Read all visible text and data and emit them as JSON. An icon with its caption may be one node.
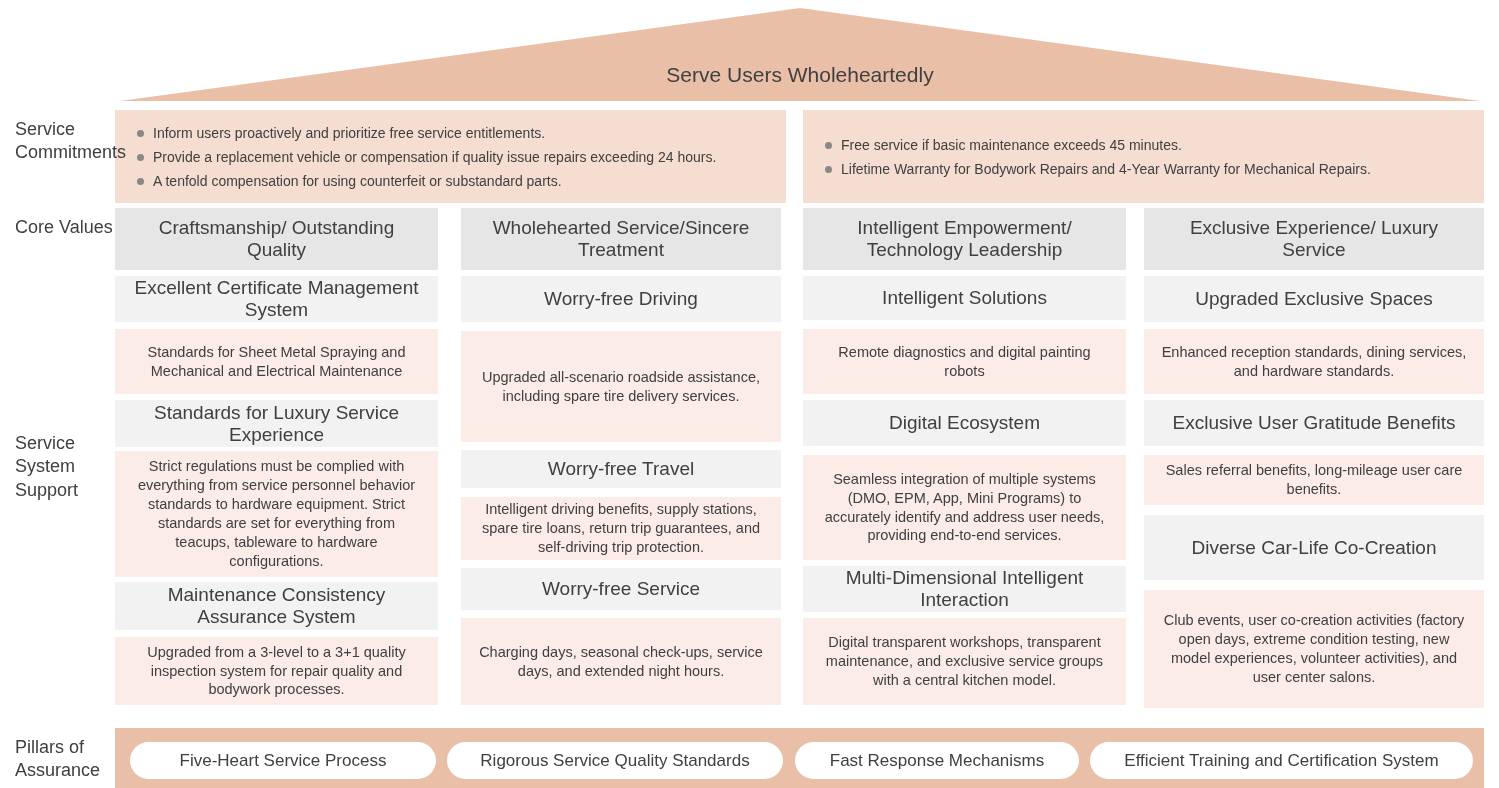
{
  "diagram": {
    "nodes": [
      {
        "text": [
          "Serve Users Wholeheartedly"
        ]
      },
      {
        "text": [
          "Inform users proactively and prioritize free service entitlements.",
          "Provide a replacement vehicle or compensation if quality issue repairs exceeding 24 hours.",
          "A tenfold compensation for using counterfeit or substandard parts."
        ]
      },
      {
        "text": [
          "Free service if basic maintenance exceeds 45 minutes.",
          "Lifetime Warranty for Bodywork Repairs and 4-Year Warranty for Mechanical Repairs."
        ]
      },
      {
        "text": [
          "Craftsmanship/ Outstanding Quality"
        ]
      },
      {
        "text": [
          "Excellent Certificate Management System"
        ]
      },
      {
        "text": [
          "Standards for Sheet Metal Spraying and Mechanical and Electrical Maintenance"
        ]
      },
      {
        "text": [
          "Standards for Luxury Service Experience"
        ]
      },
      {
        "text": [
          "Strict regulations must be complied with everything from service personnel behavior standards to hardware equipment. Strict standards are set for everything from teacups, tableware to hardware configurations."
        ]
      },
      {
        "text": [
          "Maintenance Consistency Assurance System"
        ]
      },
      {
        "text": [
          "Upgraded from a 3-level to a 3+1 quality inspection system for repair quality and bodywork processes."
        ]
      },
      {
        "text": [
          "Wholehearted Service/Sincere Treatment"
        ]
      },
      {
        "text": [
          "Worry-free Driving"
        ]
      },
      {
        "text": [
          "Upgraded all-scenario roadside assistance, including spare tire delivery services."
        ]
      },
      {
        "text": [
          "Worry-free Travel"
        ]
      },
      {
        "text": [
          "Intelligent driving benefits, supply stations, spare tire loans, return trip guarantees, and self-driving trip protection."
        ]
      },
      {
        "text": [
          "Worry-free Service"
        ]
      },
      {
        "text": [
          "Charging days, seasonal check-ups, service days, and extended night hours."
        ]
      },
      {
        "text": [
          "Intelligent Empowerment/ Technology Leadership"
        ]
      },
      {
        "text": [
          "Intelligent Solutions"
        ]
      },
      {
        "text": [
          "Remote diagnostics and digital painting robots"
        ]
      },
      {
        "text": [
          "Digital Ecosystem"
        ]
      },
      {
        "text": [
          "Seamless integration of multiple systems (DMO, EPM, App, Mini Programs) to accurately identify and address user needs, providing end-to-end services."
        ]
      },
      {
        "text": [
          "Multi-Dimensional Intelligent Interaction"
        ]
      },
      {
        "text": [
          "Digital transparent workshops, transparent maintenance, and exclusive service groups with a central kitchen model."
        ]
      },
      {
        "text": [
          "Exclusive Experience/ Luxury Service"
        ]
      },
      {
        "text": [
          "Upgraded Exclusive Spaces"
        ]
      },
      {
        "text": [
          "Enhanced reception standards, dining services, and hardware standards."
        ]
      },
      {
        "text": [
          "Exclusive User Gratitude Benefits"
        ]
      },
      {
        "text": [
          "Sales referral benefits, long-mileage user care benefits."
        ]
      },
      {
        "text": [
          "Diverse Car-Life Co-Creation"
        ]
      },
      {
        "text": [
          "Club events, user co-creation activities (factory open days, extreme condition testing, new model experiences, volunteer activities), and user center salons."
        ]
      },
      {
        "text": [],
        "shape": "bar"
      },
      {
        "text": [
          "Five-Heart Service Process"
        ],
        "in": 31
      },
      {
        "text": [
          "Rigorous Service Quality Standards"
        ],
        "in": 31
      },
      {
        "text": [
          "Fast Response Mechanisms"
        ],
        "in": 31
      },
      {
        "text": [
          "Efficient Training and Certification System"
        ],
        "in": 31
      }
    ],
    "labels": [
      "Service Commitments",
      "Core Values",
      "Service System Support",
      "Pillars of Assurance"
    ]
  }
}
